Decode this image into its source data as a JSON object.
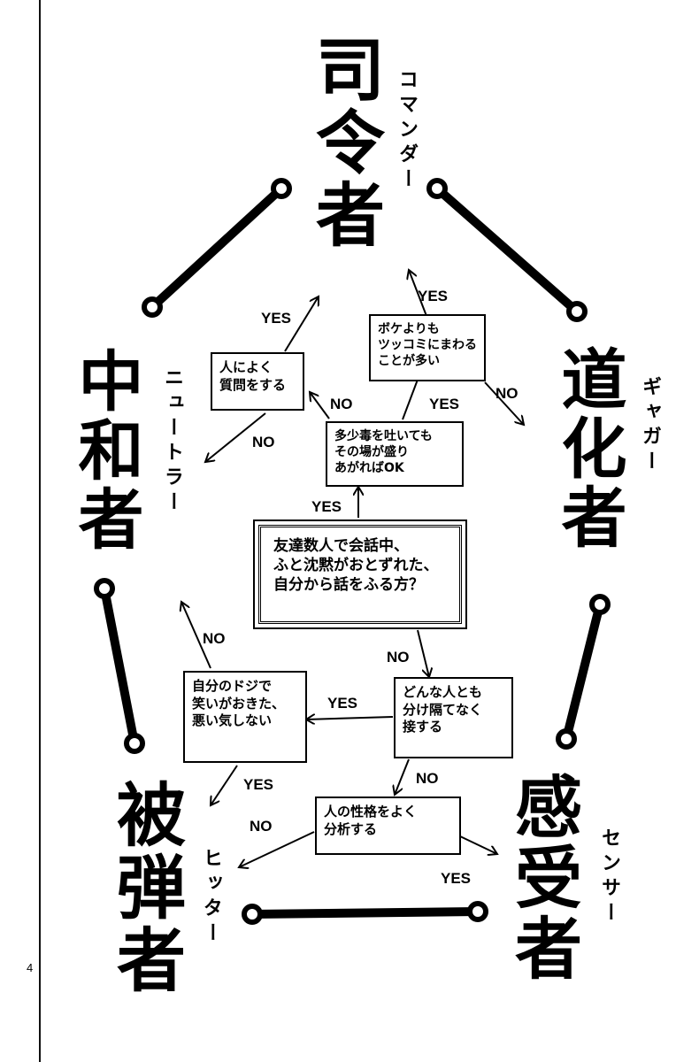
{
  "page_number": "4",
  "types": {
    "commander": {
      "kanji": "司令者",
      "reading": "コマンダー"
    },
    "neutral": {
      "kanji": "中和者",
      "reading": "ニュートラー"
    },
    "clown": {
      "kanji": "道化者",
      "reading": "ギャガー"
    },
    "hitter": {
      "kanji": "被弾者",
      "reading": "ヒッター"
    },
    "sensor": {
      "kanji": "感受者",
      "reading": "センサー"
    }
  },
  "questions": {
    "start": "友達数人で会話中、\nふと沈黙がおとずれた、\n自分から話をふる方？",
    "joke_ok": "多少毒を吐いても\nその場が盛り\nあがればOK",
    "ask_people": "人によく\n質問をする",
    "boke": "ボケよりも\nツッコミにまわる\nことが多い",
    "treat_all": "どんな人とも\n分け隔てなく\n接する",
    "own_mistake": "自分のドジで\n笑いがおきた、\n悪い気しない",
    "analyze": "人の性格をよく\n分析する"
  },
  "answers": {
    "yes": "YES",
    "no": "NO"
  }
}
